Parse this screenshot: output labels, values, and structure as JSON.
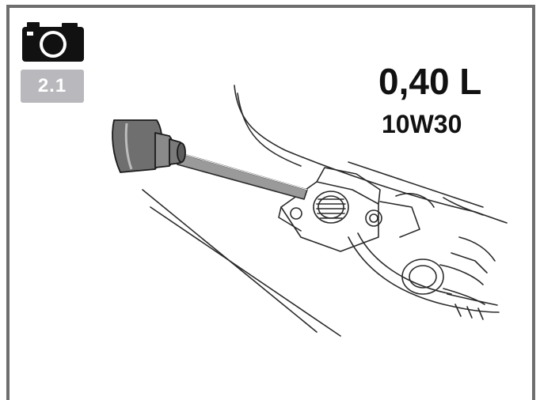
{
  "step": {
    "icon": "camera-icon",
    "number": "2.1"
  },
  "spec": {
    "quantity": "0,40 L",
    "oil_grade": "10W30"
  },
  "illustration": {
    "subject": "oil-filler-cap-with-dipstick-icon"
  }
}
